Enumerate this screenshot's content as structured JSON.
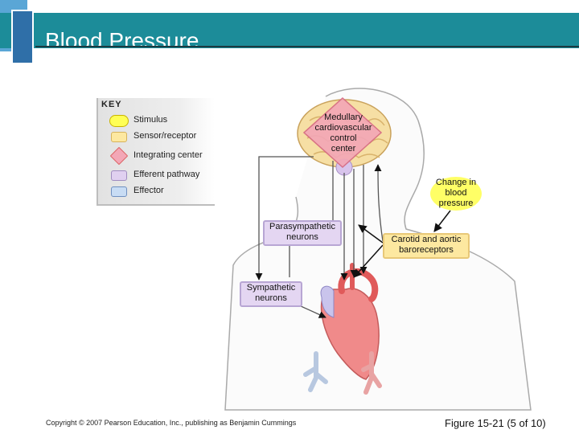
{
  "header": {
    "title": "Blood Pressure"
  },
  "key": {
    "title": "KEY",
    "items": [
      {
        "label": "Stimulus"
      },
      {
        "label": "Sensor/receptor"
      },
      {
        "label": "Integrating center"
      },
      {
        "label": "Efferent pathway"
      },
      {
        "label": "Effector"
      }
    ]
  },
  "diagram": {
    "medullary": [
      "Medullary",
      "cardiovascular",
      "control",
      "center"
    ],
    "change": [
      "Change in",
      "blood",
      "pressure"
    ],
    "parasympathetic": [
      "Parasympathetic",
      "neurons"
    ],
    "sympathetic": [
      "Sympathetic",
      "neurons"
    ],
    "baroreceptors": [
      "Carotid and aortic",
      "baroreceptors"
    ]
  },
  "colors": {
    "header": "#1c8c99",
    "stimulus": "#ffff55",
    "sensor": "#fde8a0",
    "integrating": "#f3a7b6",
    "efferent": "#e0d0f0",
    "effector": "#c8dcf4"
  },
  "footer": {
    "copyright": "Copyright © 2007 Pearson Education, Inc., publishing as Benjamin Cummings",
    "figure": "Figure 15-21 (5 of 10)"
  }
}
